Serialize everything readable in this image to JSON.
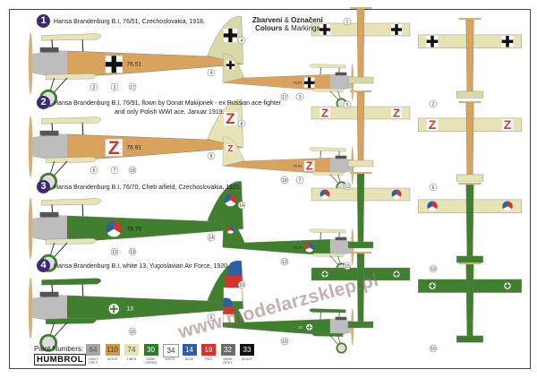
{
  "title": {
    "line1a": "Zbarvení",
    "amp": "&",
    "line1b": "Označení",
    "line2a": "Colours",
    "line2b": "Markings"
  },
  "schemes": [
    {
      "number": "1",
      "caption": "Hansa Brandenburg B.I, 76/51, Czechoslovakia, 1918.",
      "serial": "76.51",
      "body": "#d9a35e",
      "wing": "#e6e3b5",
      "tail": "#d9d9a8",
      "marking": "cross",
      "callouts_big": [
        "2",
        "3",
        "17",
        "4"
      ],
      "callouts_small": [
        "4",
        "17",
        "3"
      ],
      "callout_top": "1",
      "callout_bottom": "2"
    },
    {
      "number": "2",
      "caption": "Hansa Brandenburg B.I, 76/91, flown by Donat Makijonek - ex Russian ace-fighter",
      "caption2": "and only Polish WWI ace, Januar 1919.",
      "serial": "76.91",
      "marking_text": "Z",
      "body": "#d9a35e",
      "wing": "#e6e3b5",
      "tail": "#e6e3b5",
      "marking": "z",
      "callouts_big": [
        "6",
        "7",
        "18",
        "8"
      ],
      "callouts_small": [
        "8",
        "18",
        "7"
      ],
      "callout_top": "5",
      "callout_bottom": "6"
    },
    {
      "number": "3",
      "caption": "Hansa Brandenburg B.I, 76/70, Cheb aifield, Czechoslovakia, 1921.",
      "serial": "76.70",
      "body": "#3f7f2e",
      "wing": "#e6e3b5",
      "tail": "#3f7f2e",
      "marking": "roundel",
      "callouts_big": [
        "13",
        "19",
        "14"
      ],
      "callouts_small": [
        "14",
        "13"
      ],
      "callout_top": "12",
      "callout_bottom": "13"
    },
    {
      "number": "4",
      "caption": "Hansa Brandenburg B.I, white 13, Yugoslavian Air Force, 1920.",
      "serial": "13",
      "body": "#3f7f2e",
      "wing": "#3f7f2e",
      "tail": "#3f7f2e",
      "marking": "yugo",
      "callouts_big": [
        "16",
        "10"
      ],
      "callouts_small": [
        "9",
        "10"
      ],
      "callout_top": "15",
      "callout_bottom": "16"
    }
  ],
  "paint": {
    "label": "Paint Numbers:",
    "brand": "HUMBROL",
    "swatches": [
      {
        "code": "64",
        "name": "LIGHT GREY",
        "color": "#a6a6a6",
        "text": "#555"
      },
      {
        "code": "110",
        "name": "WOOD",
        "color": "#c99a55",
        "text": "#6a3a10"
      },
      {
        "code": "74",
        "name": "LINEN",
        "color": "#e6e3b5",
        "text": "#555"
      },
      {
        "code": "30",
        "name": "DARK GREEN",
        "color": "#2f7a2c",
        "text": "#fff"
      },
      {
        "code": "34",
        "name": "WHITE",
        "color": "#ffffff",
        "text": "#333"
      },
      {
        "code": "14",
        "name": "BLUE",
        "color": "#2f5ea8",
        "text": "#fff"
      },
      {
        "code": "19",
        "name": "RED",
        "color": "#d8322b",
        "text": "#fff"
      },
      {
        "code": "32",
        "name": "DARK GREY",
        "color": "#6b6b6b",
        "text": "#fff"
      },
      {
        "code": "33",
        "name": "BLACK",
        "color": "#111111",
        "text": "#fff"
      }
    ]
  },
  "watermark": "www.modelarzsklep.pl"
}
